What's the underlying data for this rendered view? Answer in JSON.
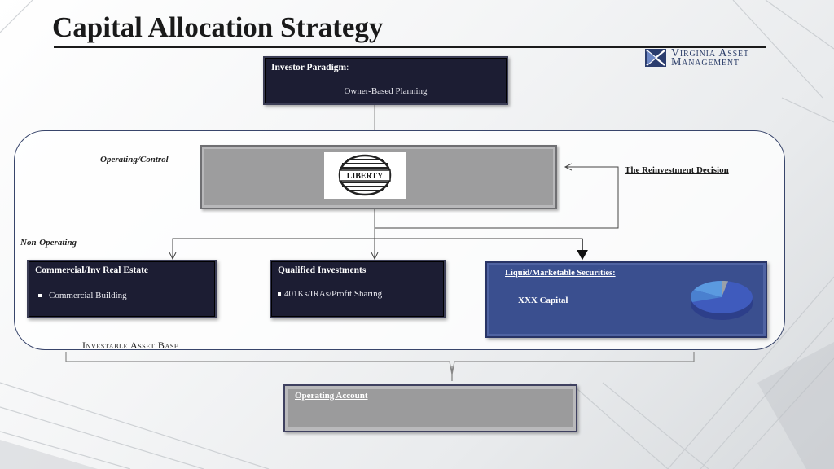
{
  "title": "Capital Allocation Strategy",
  "logo": {
    "line1": "Virginia Asset",
    "line2": "Management"
  },
  "paradigm": {
    "label": "Investor Paradigm",
    "value": "Owner-Based Planning"
  },
  "labels": {
    "operating_control": "Operating/Control",
    "non_operating": "Non-Operating",
    "reinvestment": "The Reinvestment Decision",
    "investable_asset_base": "Investable Asset Base"
  },
  "liberty_logo_text": "LIBERTY",
  "boxes": {
    "commercial": {
      "title": "Commercial/Inv Real Estate",
      "bullet": "Commercial Building"
    },
    "qualified": {
      "title": "Qualified Investments",
      "bullet": "401Ks/IRAs/Profit Sharing"
    },
    "liquid": {
      "title": "Liquid/Marketable Securities:",
      "sub": "XXX Capital"
    },
    "operating": {
      "title": "Operating Account"
    }
  },
  "colors": {
    "dark_box": "#1c1d33",
    "liquid_box": "#3a4f8f",
    "gray_box": "#9d9d9e",
    "panel_border": "#38456b"
  }
}
